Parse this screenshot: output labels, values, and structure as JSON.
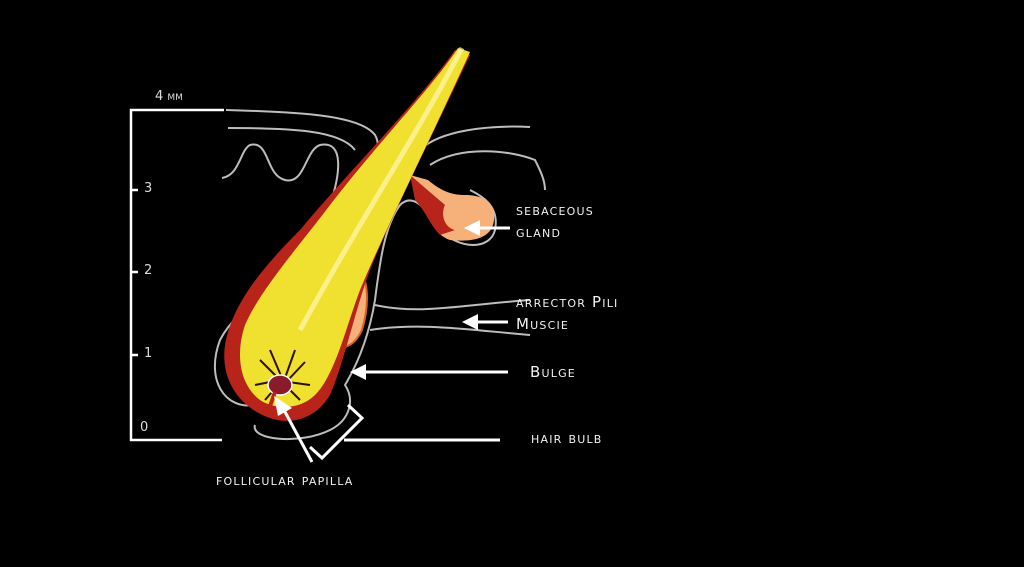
{
  "scale": {
    "unit_label": "4 mm",
    "ticks": [
      "3",
      "2",
      "1",
      "0"
    ]
  },
  "labels": {
    "sebaceous_1": "sebaceous",
    "sebaceous_2": "gland",
    "arrector_1": "arrector Pili",
    "arrector_2": "Muscie",
    "bulge": "Bulge",
    "hair_bulb": "hair bulb",
    "follicular_papilla": "follicular papilla"
  },
  "colors": {
    "background": "#000000",
    "hair_shaft": "#f0e030",
    "sheath": "#b8241a",
    "gland": "#f6b07a",
    "outline": "#bdbdbd",
    "annotation": "#ffffff"
  }
}
